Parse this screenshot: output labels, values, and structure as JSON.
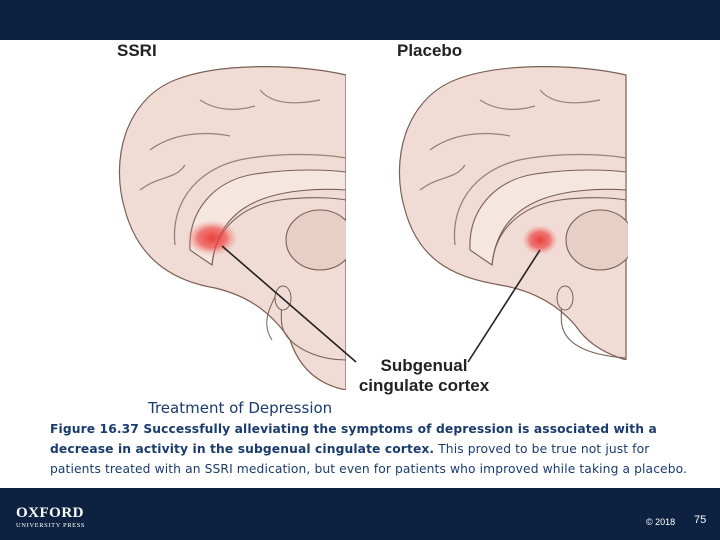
{
  "figure": {
    "panel_left_title": "SSRI",
    "panel_right_title": "Placebo",
    "callout_line1": "Subgenual",
    "callout_line2": "cingulate cortex"
  },
  "slide": {
    "title": "Treatment of Depression",
    "caption_bold": "Figure 16.37 Successfully alleviating the symptoms of depression is associated with a decrease in activity in the subgenual cingulate cortex.",
    "caption_rest": " This proved to be true not just for patients treated with an SSRI medication, but even for patients who improved while taking a placebo."
  },
  "footer": {
    "logo_name": "OXFORD",
    "logo_sub": "UNIVERSITY PRESS",
    "page_center": "75",
    "copyright": "© 2018",
    "page_right": "75"
  },
  "colors": {
    "navy": "#0d2240",
    "brain_fill": "#f0dcd4",
    "brain_line": "#7a5f55",
    "activation": "#e53935"
  }
}
